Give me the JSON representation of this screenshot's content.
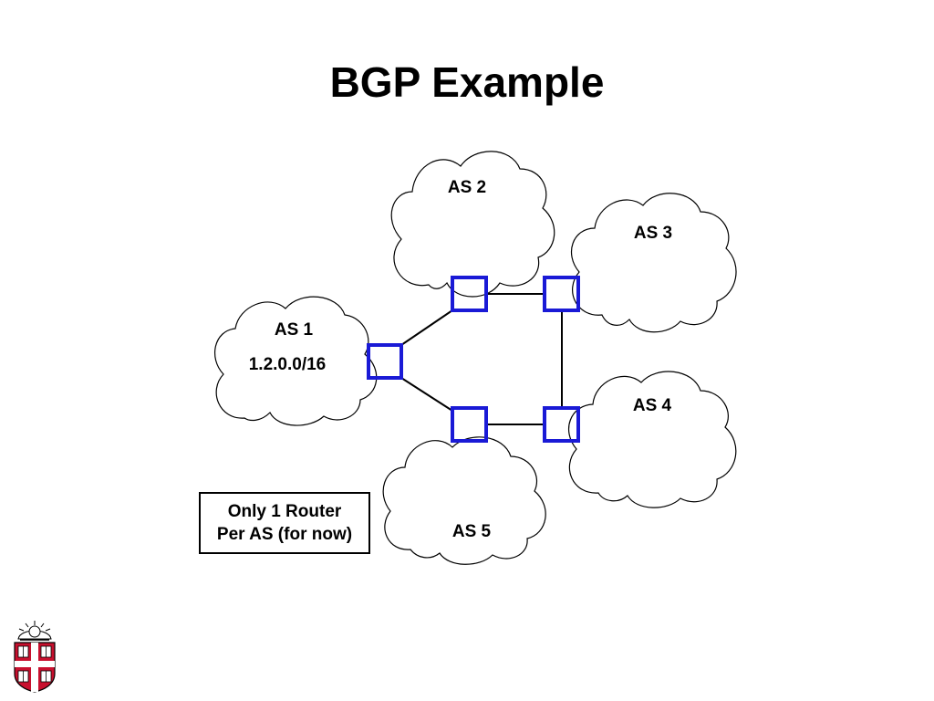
{
  "slide": {
    "title": "BGP Example"
  },
  "diagram": {
    "clouds": [
      {
        "id": "as2",
        "label": "AS 2"
      },
      {
        "id": "as3",
        "label": "AS 3"
      },
      {
        "id": "as1",
        "label": "AS 1",
        "prefix": "1.2.0.0/16"
      },
      {
        "id": "as4",
        "label": "AS 4"
      },
      {
        "id": "as5",
        "label": "AS 5"
      }
    ],
    "router_color": "#1a1ad6"
  },
  "note": {
    "line1": "Only 1 Router",
    "line2": "Per AS (for now)"
  },
  "logo": {
    "icon": "university-crest-icon",
    "shield_color": "#c8102e"
  }
}
